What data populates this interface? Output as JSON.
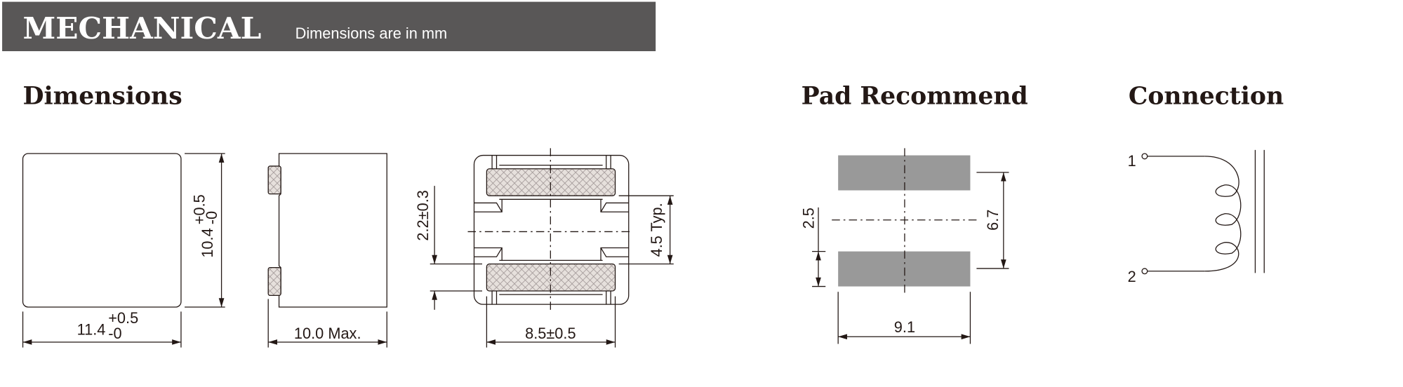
{
  "header": {
    "title": "MECHANICAL",
    "subtitle": "Dimensions are in mm",
    "bar_color": "#595757"
  },
  "sections": {
    "dimensions": {
      "title": "Dimensions",
      "height": "10.4",
      "height_tol_plus": "+0.5",
      "height_tol_minus": "-0",
      "width": "11.4",
      "width_tol_plus": "+0.5",
      "width_tol_minus": "-0",
      "depth": "10.0 Max.",
      "terminal_height": "2.2±0.3",
      "terminal_gap": "4.5 Typ.",
      "terminal_width": "8.5±0.5"
    },
    "pad": {
      "title": "Pad Recommend",
      "pad_height": "2.5",
      "pitch": "6.7",
      "pad_width": "9.1",
      "pad_color": "#999999"
    },
    "connection": {
      "title": "Connection",
      "pin1": "1",
      "pin2": "2"
    }
  }
}
